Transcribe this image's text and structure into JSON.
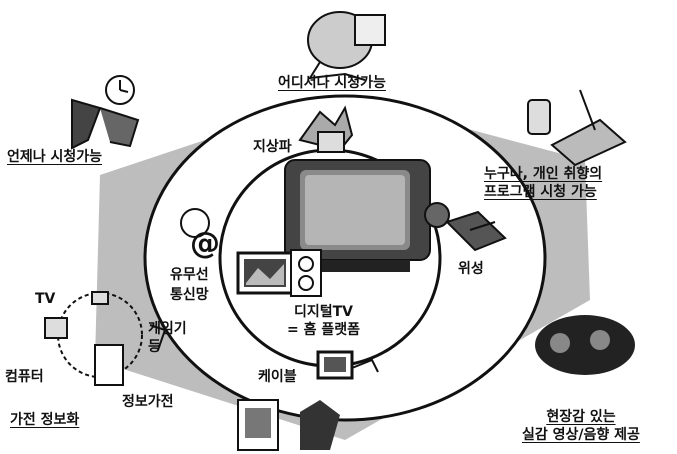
{
  "outer_labels": {
    "top": "어디서나 시청가능",
    "left": "언제나 시청가능",
    "right_line1": "누구나, 개인 취향의",
    "right_line2": "프로그램 시청 가능",
    "bottom_left": "가전 정보화",
    "bottom_right_line1": "현장감 있는",
    "bottom_right_line2": "실감 영상/음향 제공"
  },
  "ring_labels": {
    "terrestrial": "지상파",
    "satellite": "위성",
    "cable": "케이블",
    "network_line1": "유무선",
    "network_line2": "통신망",
    "at_symbol": "@"
  },
  "center_labels": {
    "line1": "디지털TV",
    "line2": "= 홈 플랫폼"
  },
  "appliance_labels": {
    "tv": "TV",
    "game_line1": "게임기",
    "game_line2": "등",
    "computer": "컴퓨터",
    "info_appliance": "정보가전"
  },
  "colors": {
    "hexagon": "#bdbdbd",
    "rings": "#ffffff",
    "ink": "#111111"
  }
}
